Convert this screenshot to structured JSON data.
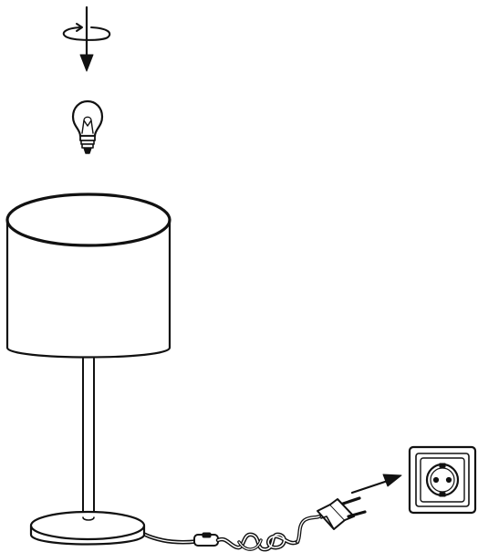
{
  "diagram": {
    "type": "assembly-instruction",
    "style": "black line art on white",
    "colors": {
      "background": "#ffffff",
      "ink": "#111111"
    },
    "steps": [
      {
        "id": "rotate",
        "icon": "rotate-screw-in-icon"
      },
      {
        "id": "insert-bulb",
        "icon": "light-bulb-icon"
      },
      {
        "id": "lamp",
        "icon": "table-lamp-icon"
      },
      {
        "id": "plug-in",
        "icon": "wall-socket-icon"
      }
    ]
  }
}
